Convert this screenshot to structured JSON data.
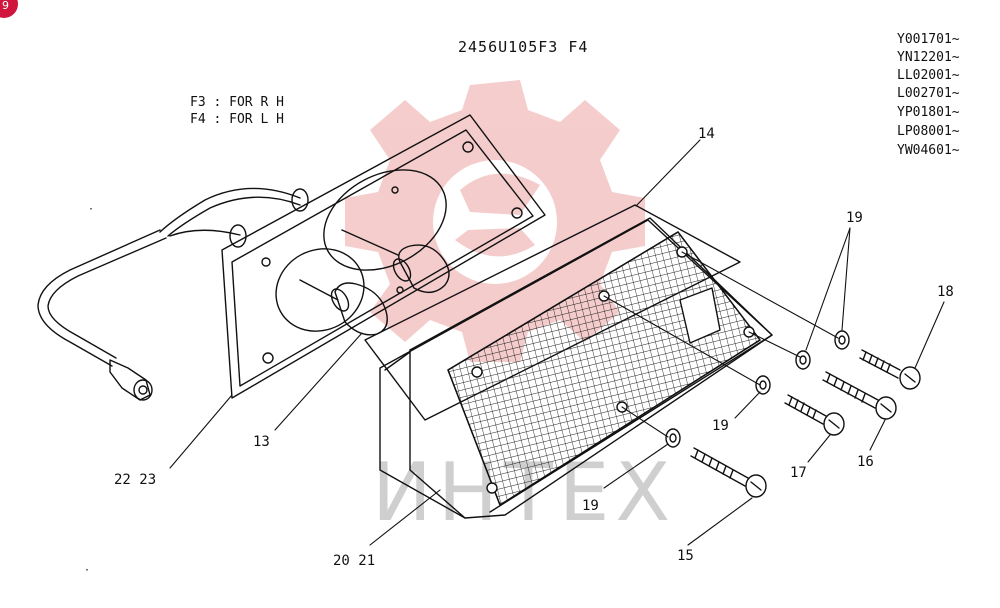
{
  "diagram": {
    "title": "2456U105F3 F4",
    "notes": [
      "F3 : FOR R H",
      "F4 : FOR L H"
    ],
    "serial_codes": [
      "Y001701~",
      "YN12201~",
      "LL02001~",
      "L002701~",
      "YP01801~",
      "LP08001~",
      "YW04601~"
    ],
    "callouts": {
      "c14": "14",
      "c13": "13",
      "c22_23": "22 23",
      "c20_21": "20 21",
      "c19a": "19",
      "c19b": "19",
      "c19c": "19",
      "c18": "18",
      "c16": "16",
      "c17": "17",
      "c15": "15"
    },
    "watermark": "ИНТЕХ",
    "badge": "9"
  },
  "colors": {
    "line": "#111111",
    "watermark_gear": "#f3c4c4",
    "badge": "#d0163c"
  }
}
